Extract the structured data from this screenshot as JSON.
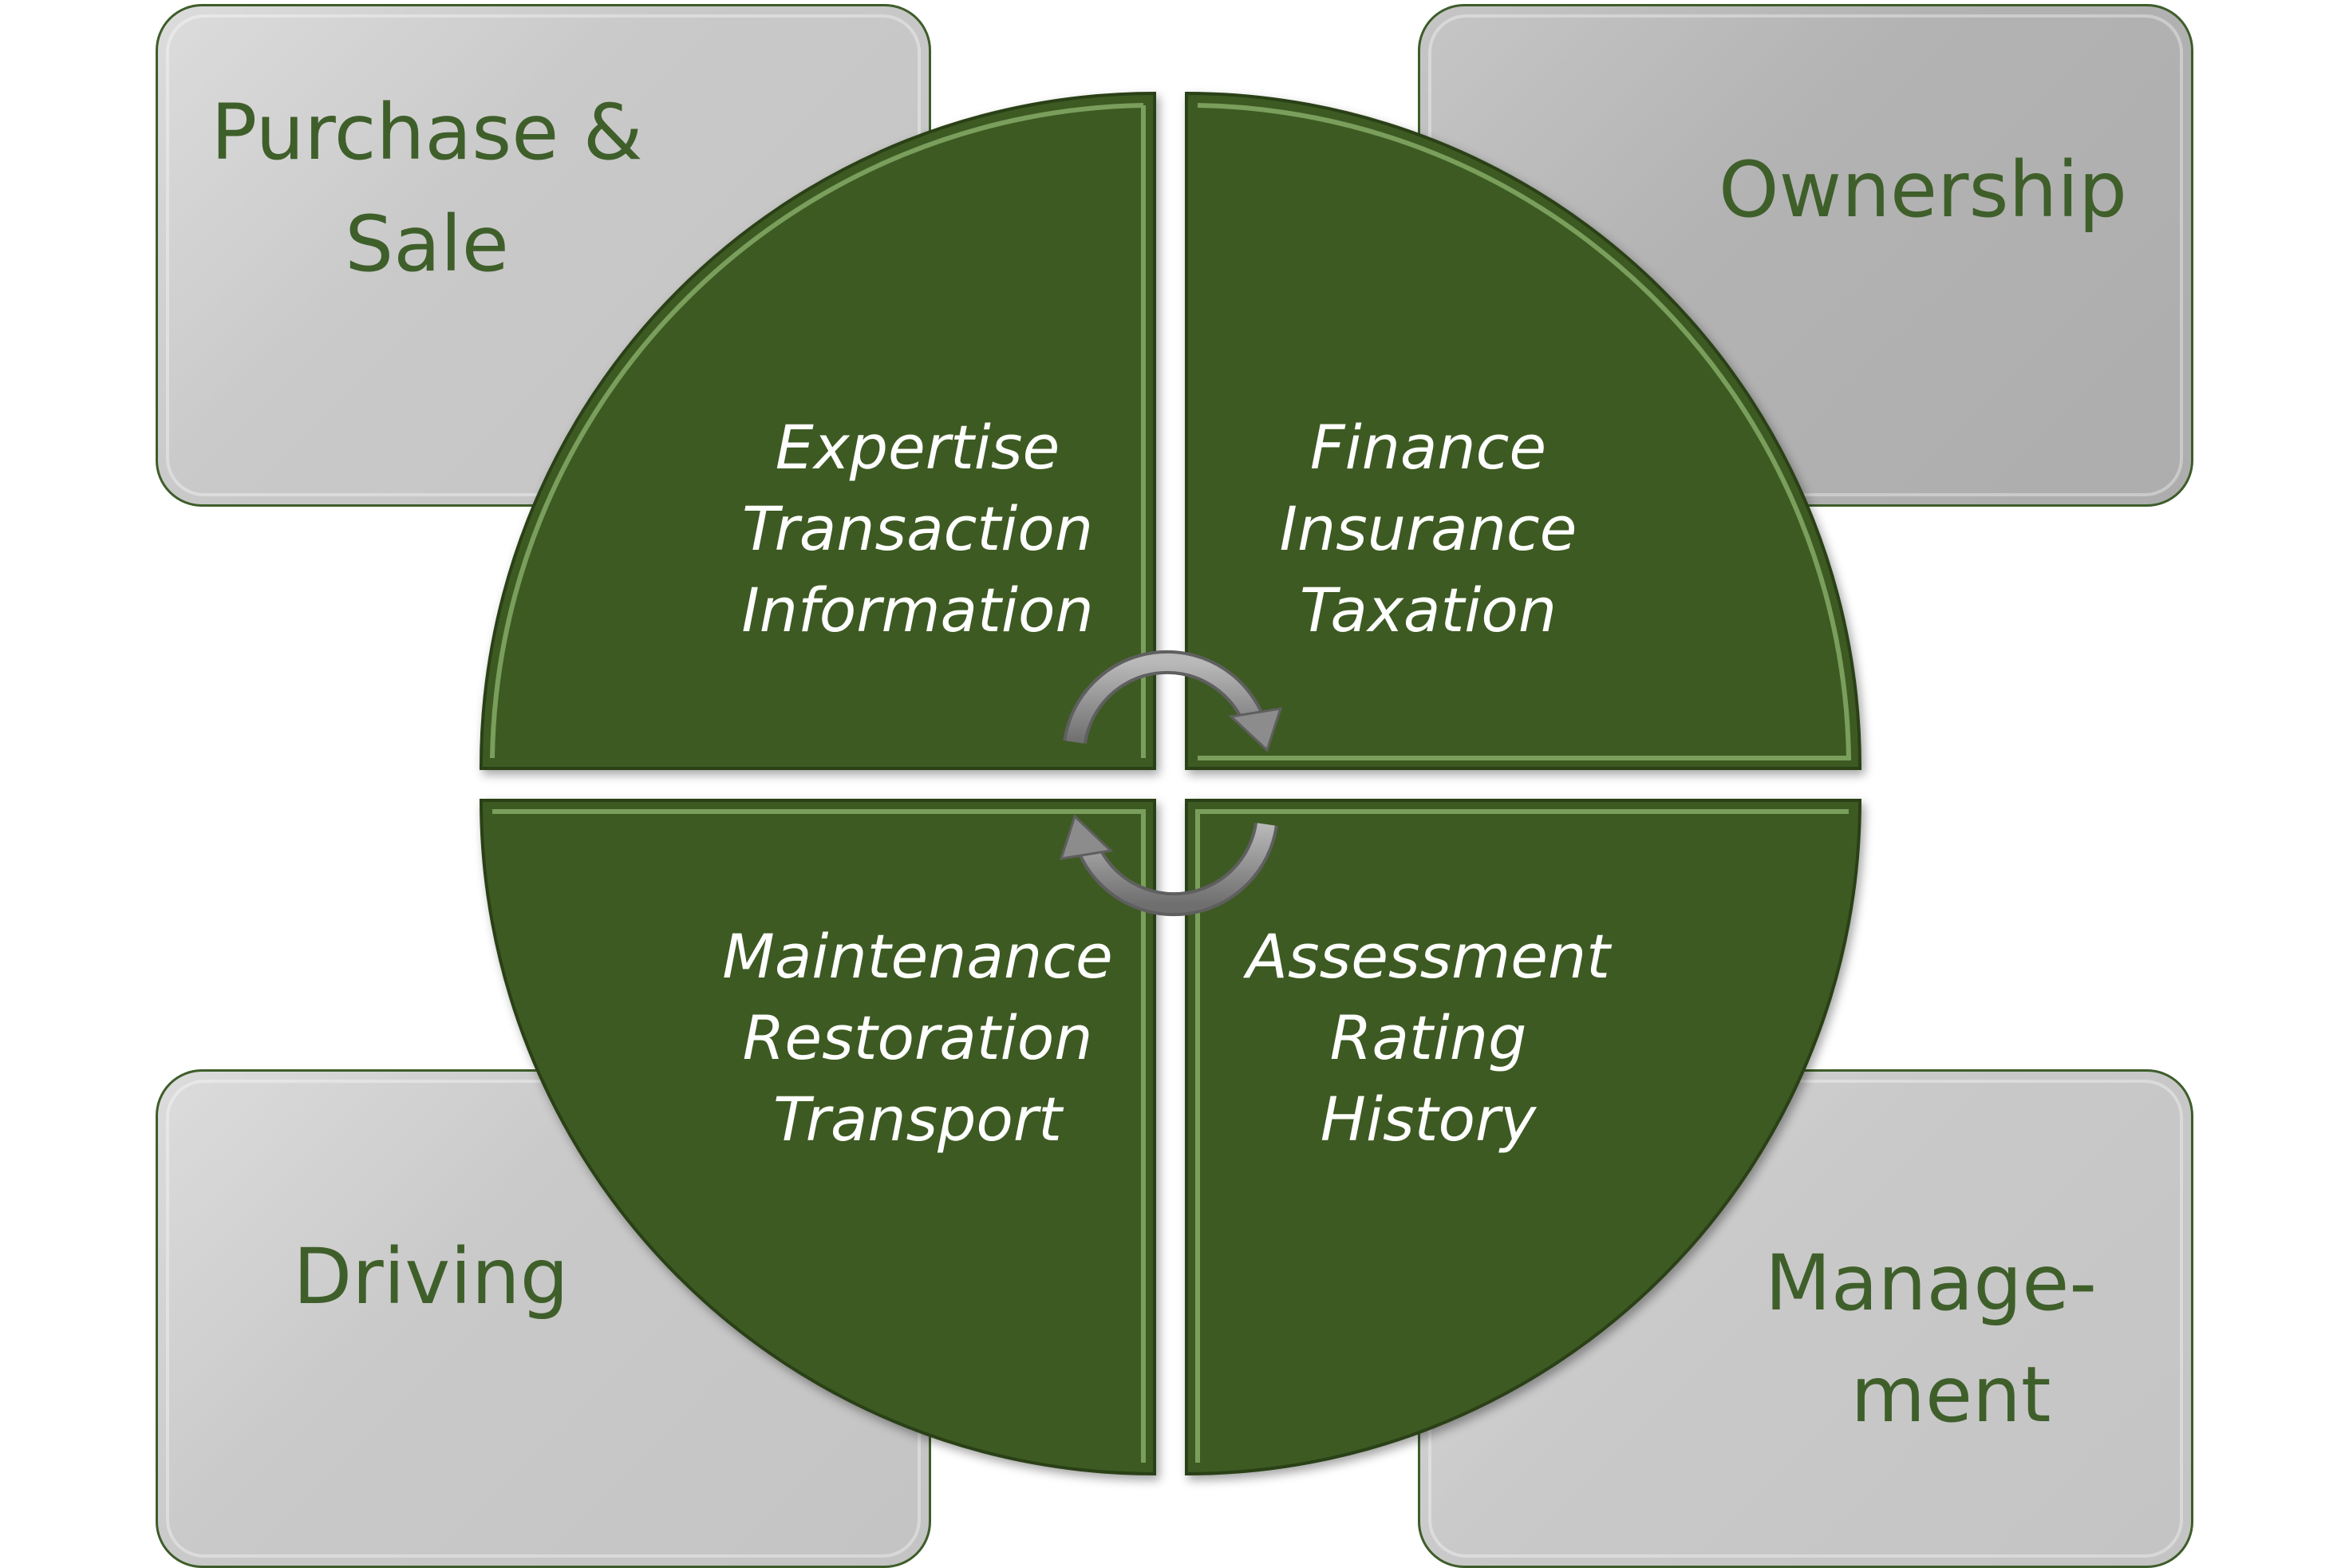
{
  "corners": {
    "purchase_sale": {
      "lines": [
        "Purchase &",
        "Sale"
      ]
    },
    "ownership": {
      "lines": [
        "Ownership"
      ]
    },
    "driving": {
      "lines": [
        "Driving"
      ]
    },
    "management": {
      "lines": [
        "Manage-",
        "ment"
      ]
    }
  },
  "quadrants": {
    "top_left": [
      "Expertise",
      "Transaction",
      "Information"
    ],
    "top_right": [
      "Finance",
      "Insurance",
      "Taxation"
    ],
    "bottom_left": [
      "Maintenance",
      "Restoration",
      "Transport"
    ],
    "bottom_right": [
      "Assessment",
      "Rating",
      "History"
    ]
  },
  "colors": {
    "quadrant_fill": "#3c5a24",
    "corner_text": "#3f5f2a",
    "arrow": "#8c8c8c"
  }
}
